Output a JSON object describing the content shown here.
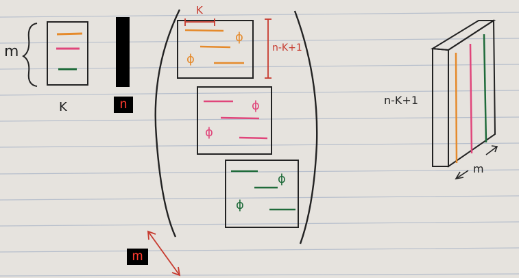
{
  "labels": {
    "m_left": "m",
    "k_bottom": "K",
    "n_tag": "n",
    "k_top": "K",
    "height_label": "n-K+1",
    "phi": "ϕ",
    "m_bottom_tag": "m",
    "cube_height_label": "n-K+1",
    "cube_depth_label": "m"
  },
  "colors": {
    "ink": "#222222",
    "orange": "#e58a2b",
    "pink": "#e0457a",
    "green": "#1f6b3a",
    "red": "#c73a2e",
    "ruling": "#b7bfcc",
    "margin": "#d9a3a3"
  }
}
